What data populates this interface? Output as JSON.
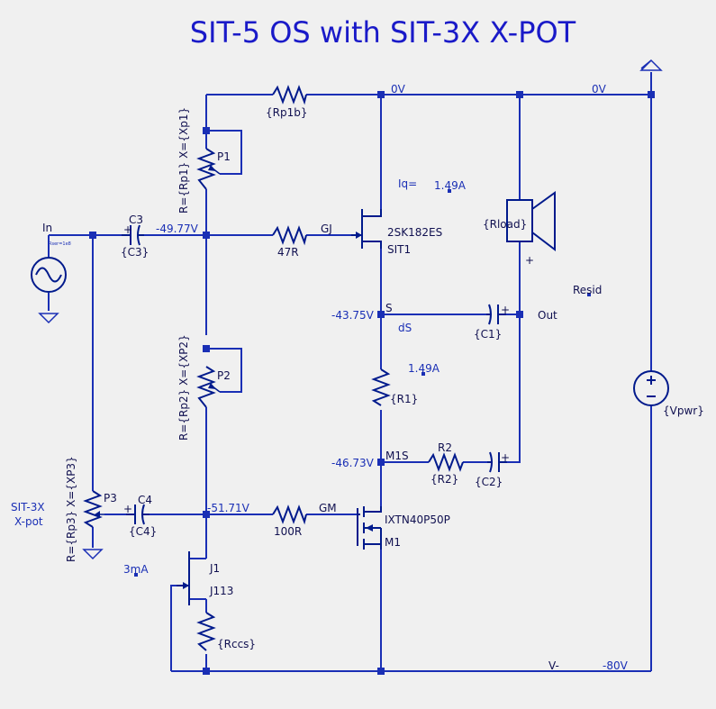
{
  "title": "SIT-5 OS with SIT-3X X-POT",
  "colors": {
    "wire": "#1a2fb5",
    "component": "#001a8c",
    "text": "#101050",
    "title": "#1a1ac8",
    "background": "#f0f0f0"
  },
  "icons": [
    "sine-source-icon",
    "dc-source-icon",
    "speaker-icon",
    "ground-icon",
    "supply-arrow-icon",
    "jfet-icon",
    "mosfet-icon",
    "resistor-icon",
    "capacitor-icon",
    "potentiometer-icon"
  ],
  "net_labels": {
    "top_0v_left": "0V",
    "top_0v_right": "0V",
    "gate_in": "-49.77V",
    "source_s": "-43.75V",
    "m1s": "-46.73V",
    "gm_node": "-51.71V",
    "v_minus": "V-",
    "v_minus_value": "-80V"
  },
  "node_names": {
    "gj": "GJ",
    "s": "S",
    "ds": "dS",
    "m1s": "M1S",
    "gm": "GM",
    "out": "Out",
    "in": "In",
    "resid": "Resid"
  },
  "annotations": {
    "iq_label": "Iq=",
    "iq_value": "1.49A",
    "r1_current": "1.49A",
    "ccs_current": "3mA",
    "xpot_line1": "SIT-3X",
    "xpot_line2": "X-pot",
    "source_param": "Rser=1e8"
  },
  "components": {
    "rp1b": "{Rp1b}",
    "p1_name": "P1",
    "p1_value": "R={Rp1} X={Xp1}",
    "c3_name": "C3",
    "c3_value": "{C3}",
    "r_gate_j": "47R",
    "sit_part": "2SK182ES",
    "sit_name": "SIT1",
    "load": "{Rload}",
    "load_polarity": "+",
    "p2_name": "P2",
    "p2_value": "R={Rp2} X={XP2}",
    "c1_value": "{C1}",
    "r1_value": "{R1}",
    "r2_name": "R2",
    "r2_value": "{R2}",
    "c2_value": "{C2}",
    "p3_name": "P3",
    "p3_value": "R={Rp3} X={XP3}",
    "c4_name": "C4",
    "c4_value": "{C4}",
    "r_gate_m": "100R",
    "mosfet_part": "IXTN40P50P",
    "mosfet_name": "M1",
    "jfet_name": "J1",
    "jfet_part": "J113",
    "rccs_value": "{Rccs}",
    "vpwr_value": "{Vpwr}",
    "cap_plus": "+"
  }
}
